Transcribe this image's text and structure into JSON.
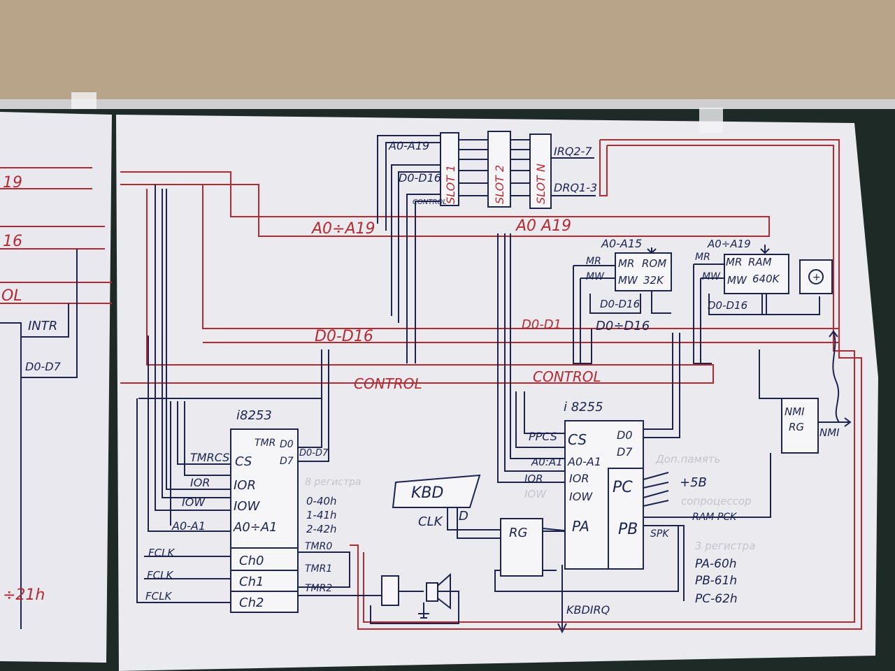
{
  "colors": {
    "wall": "#b8a489",
    "board": "#1d2a25",
    "paper": "#eaeaef",
    "red": "#b32a33",
    "blue": "#1c2350"
  },
  "buses": {
    "address": "A0÷A19",
    "address_right": "A0 A19",
    "data": "D0-D16",
    "data_right": "D0-D1",
    "control": "CONTROL"
  },
  "left_sheet": {
    "a19": "19",
    "d16": "16",
    "ol": "OL",
    "intr": "INTR",
    "d0d7": "D0-D7",
    "addr": "÷21h"
  },
  "slots": {
    "slot1": "SLOT 1",
    "slot2": "SLOT 2",
    "slotn": "SLOT N",
    "a0a19": "A0-A19",
    "d0d16": "D0-D16",
    "control": "CONTROL",
    "irq": "IRQ2-7",
    "drq": "DRQ1-3"
  },
  "rom": {
    "a0a15": "A0-A15",
    "mr_label": "MR",
    "mw_label": "MW",
    "mr": "MR",
    "mw": "MW",
    "name": "ROM",
    "size": "32K",
    "d0d16": "D0-D16",
    "bus": "D0÷D16"
  },
  "ram": {
    "a0a19": "A0÷A19",
    "mr_label": "MR",
    "mw_label": "MW",
    "mr": "MR",
    "mw": "MW",
    "name": "RAM",
    "size": "640K",
    "d0d16": "D0-D16",
    "plus": "+"
  },
  "i8253": {
    "title": "i8253",
    "tmrcs": "TMRCS",
    "ior": "IOR",
    "iow": "IOW",
    "a0a1": "A0-A1",
    "cs": "CS",
    "jor": "IOR",
    "jow": "IOW",
    "a0a1_pin": "A0÷A1",
    "tmr": "TMR",
    "d0": "D0",
    "d7": "D7",
    "d0d7": "D0-D7",
    "faint": "8 регистра",
    "addr0": "0-40h",
    "addr1": "1-41h",
    "addr2": "2-42h",
    "tmr0": "TMR0",
    "tmr1": "TMR1",
    "tmr2": "TMR2",
    "ch0": "Ch0",
    "ch1": "Ch1",
    "ch2": "Ch2",
    "fclk0": "FCLK",
    "fclk1": "FCLK",
    "fclk2": "FCLK"
  },
  "kbd": {
    "label": "KBD",
    "clk": "CLK",
    "d": "D",
    "rg": "RG",
    "irq": "KBDIRQ"
  },
  "i8255": {
    "title": "i 8255",
    "ppcs": "PPCS",
    "a0a1": "A0:A1",
    "ior": "IOR",
    "iow": "IOW",
    "cs": "CS",
    "a0a1_pin": "A0-A1",
    "ior_pin": "IOR",
    "iow_pin": "IOW",
    "pa": "PA",
    "d0": "D0",
    "d7": "D7",
    "pc": "PC",
    "pb": "PB",
    "plus5b": "+5B",
    "spk": "SPK",
    "ram_pck": "RAM PCK",
    "faint1": "Доп.память",
    "faint2": "сопроцессор",
    "faint3": "3 регистра",
    "pa_addr": "PA-60h",
    "pb_addr": "PB-61h",
    "pc_addr": "PC-62h"
  },
  "nmi": {
    "rg": "NMI",
    "rg2": "RG",
    "out": "NMI"
  }
}
